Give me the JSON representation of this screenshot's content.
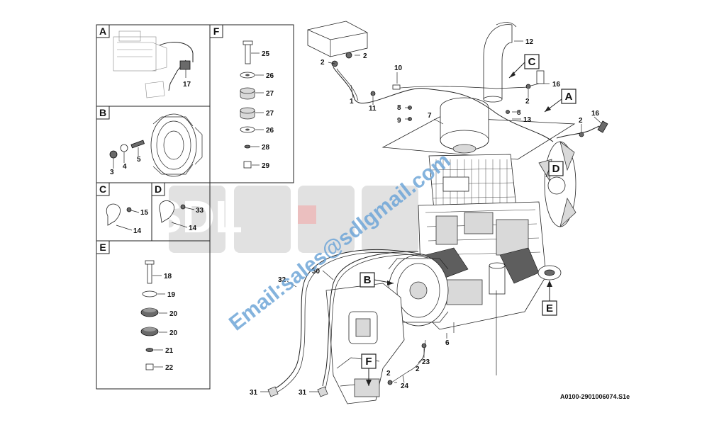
{
  "panels": {
    "A": {
      "letter": "A",
      "labels": [
        "17"
      ]
    },
    "B": {
      "letter": "B",
      "labels": [
        "3",
        "4",
        "5"
      ]
    },
    "C": {
      "letter": "C",
      "labels": [
        "15",
        "14"
      ]
    },
    "D": {
      "letter": "D",
      "labels": [
        "33",
        "14"
      ]
    },
    "E": {
      "letter": "E",
      "labels": [
        "18",
        "19",
        "20",
        "20",
        "21",
        "22"
      ]
    },
    "F": {
      "letter": "F",
      "labels": [
        "25",
        "26",
        "27",
        "27",
        "26",
        "28",
        "29"
      ]
    }
  },
  "main_labels": {
    "top": [
      "2",
      "2",
      "1",
      "10",
      "11",
      "8",
      "9",
      "7",
      "12",
      "16",
      "2",
      "8",
      "13",
      "2",
      "16"
    ],
    "bottom": [
      "30",
      "32",
      "6",
      "23",
      "2",
      "2",
      "24",
      "31",
      "31"
    ]
  },
  "callouts": [
    "C",
    "A",
    "D",
    "B",
    "E",
    "F"
  ],
  "watermark": {
    "logo_text": "SDL",
    "email_text": "Email:sales@sdlgmail.com",
    "logo_color": "#d9d9d9",
    "logo_red": "#e4a9a9",
    "email_color": "#6fa6d8"
  },
  "drawing_code": "A0100-2901006074.S1e"
}
